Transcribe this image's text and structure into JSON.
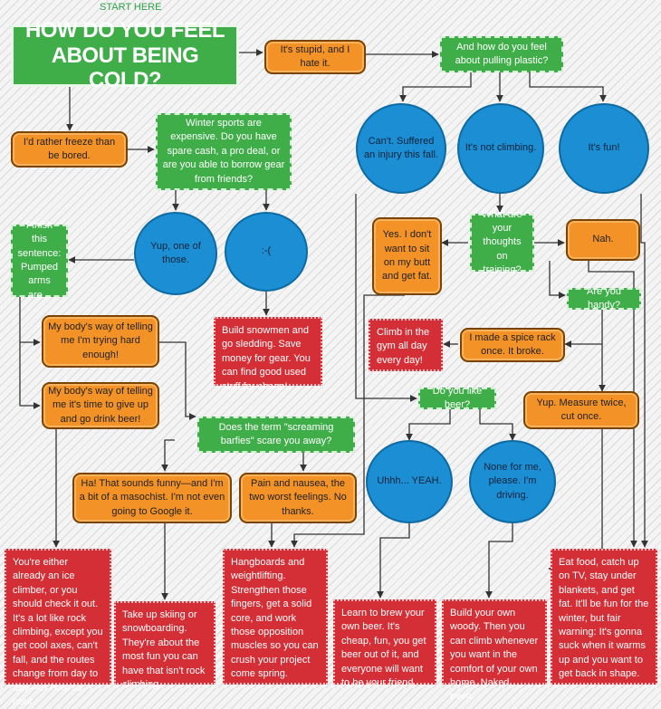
{
  "start_label": "START HERE",
  "title": "HOW DO YOU FEEL ABOUT BEING COLD?",
  "nodes": {
    "stupid": "It's stupid, and I hate it.",
    "pulling_plastic": "And how do you feel about pulling plastic?",
    "rather_freeze": "I'd rather freeze than be bored.",
    "winter_sports": "Winter sports are expensive. Do you have spare cash, a pro deal, or are you able to borrow gear from friends?",
    "cant_injury": "Can't. Suffered an injury this fall.",
    "not_climbing": "It's not climbing.",
    "its_fun": "It's fun!",
    "yup_one": "Yup, one of those.",
    "sad_face": ":-(",
    "finish_sentence": "Finish this sentence: Pumped arms are...",
    "yes_dont_want": "Yes. I don't want to sit on my butt and get fat.",
    "thoughts_training": "What are your thoughts on training?",
    "nah": "Nah.",
    "my_body_trying": "My body's way of telling me I'm trying hard enough!",
    "build_snowmen": "Build snowmen and go sledding. Save money for gear. You can find good used stuff for cheap!",
    "are_you_handy": "Are you handy?",
    "climb_gym": "Climb in the gym all day every day!",
    "spice_rack": "I made a spice rack once. It broke.",
    "my_body_giveup": "My body's way of telling me it's time to give up and go drink beer!",
    "like_beer": "Do you like beer?",
    "measure_twice": "Yup. Measure twice, cut once.",
    "screaming_barfies": "Does the term \"screaming barfies\" scare you away?",
    "uhhh_yeah": "Uhhh... YEAH.",
    "none_for_me": "None for me, please. I'm driving.",
    "ha_funny": "Ha! That sounds funny—and I'm a bit of a masochist. I'm not even going to Google it.",
    "pain_nausea": "Pain and nausea, the two worst feelings. No thanks.",
    "ice_climber": "You're either already an ice climber, or you should check it out. It's a lot like rock climbing, except you get cool axes, can't fall, and the routes change from day to day—or hour to hour.",
    "skiing": "Take up skiing or snowboarding. They're about the most fun you can have that isn't rock climbing.",
    "hangboards": "Hangboards and weightlifting. Strengthen those fingers, get a solid core, and work those opposition muscles so you can crush your project come spring.",
    "brew_beer": "Learn to brew your own beer. It's cheap, fun, you get beer out of it, and everyone will want to be your friend.",
    "build_woody": "Build your own woody. Then you can climb whenever you want in the comfort of your own home. Naked, even.",
    "eat_food": "Eat food, catch up on TV, stay under blankets, and get fat. It'll be fun for the winter, but fair warning: It's gonna suck when it warms up and you want to get back in shape."
  },
  "colors": {
    "green": "#3fae49",
    "orange": "#f39226",
    "red": "#d42f37",
    "blue": "#1b8ed4",
    "line": "#333333"
  }
}
